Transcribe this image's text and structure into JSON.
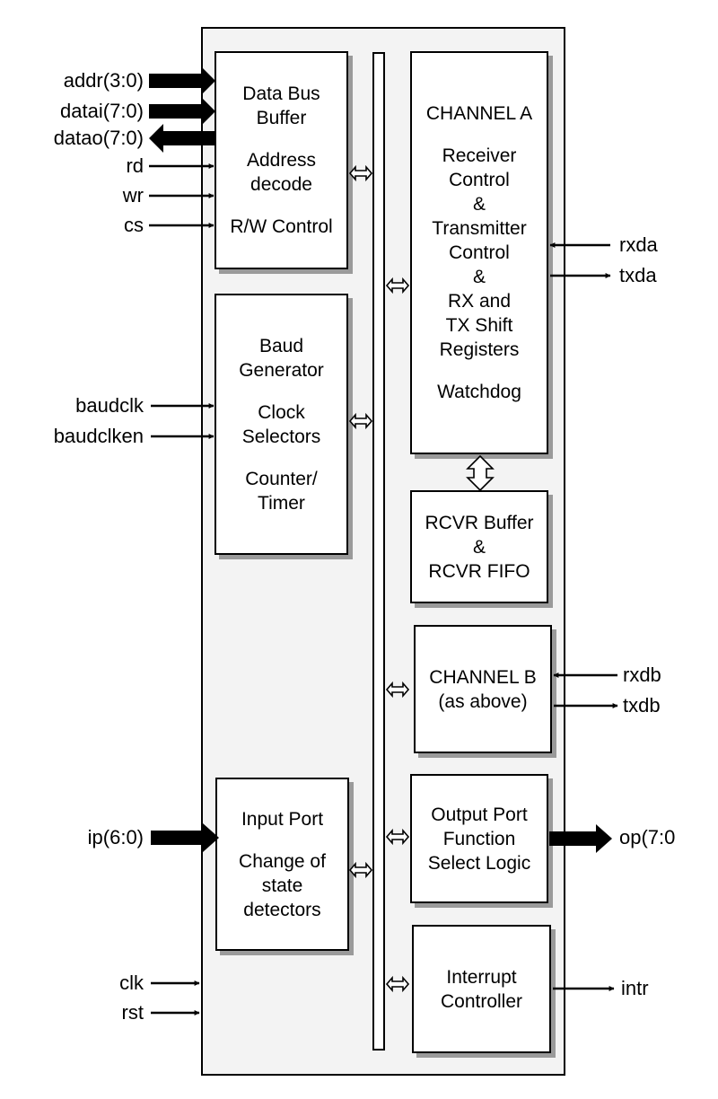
{
  "blocks": {
    "data_bus_buffer": [
      "Data Bus",
      "Buffer",
      "",
      "Address",
      "decode",
      "",
      "R/W Control"
    ],
    "baud_generator": [
      "Baud",
      "Generator",
      "",
      "Clock",
      "Selectors",
      "",
      "Counter/",
      "Timer"
    ],
    "channel_a": [
      "CHANNEL A",
      "",
      "Receiver",
      "Control",
      "&",
      "Transmitter",
      "Control",
      "&",
      "RX and",
      "TX Shift",
      "Registers",
      "",
      "Watchdog"
    ],
    "rcvr_buffer": [
      "RCVR Buffer",
      "&",
      "RCVR FIFO"
    ],
    "channel_b": [
      "CHANNEL B",
      "(as above)"
    ],
    "input_port": [
      "Input Port",
      "",
      "Change of",
      "state",
      "detectors"
    ],
    "output_port": [
      "Output Port",
      "Function",
      "Select Logic"
    ],
    "interrupt_controller": [
      "Interrupt",
      "Controller"
    ]
  },
  "pins": {
    "addr": "addr(3:0)",
    "datai": "datai(7:0)",
    "datao": "datao(7:0)",
    "rd": "rd",
    "wr": "wr",
    "cs": "cs",
    "baudclk": "baudclk",
    "baudclken": "baudclken",
    "ip": "ip(6:0)",
    "clk": "clk",
    "rst": "rst",
    "rxda": "rxda",
    "txda": "txda",
    "rxdb": "rxdb",
    "txdb": "txdb",
    "op": "op(7:0",
    "intr": "intr"
  }
}
